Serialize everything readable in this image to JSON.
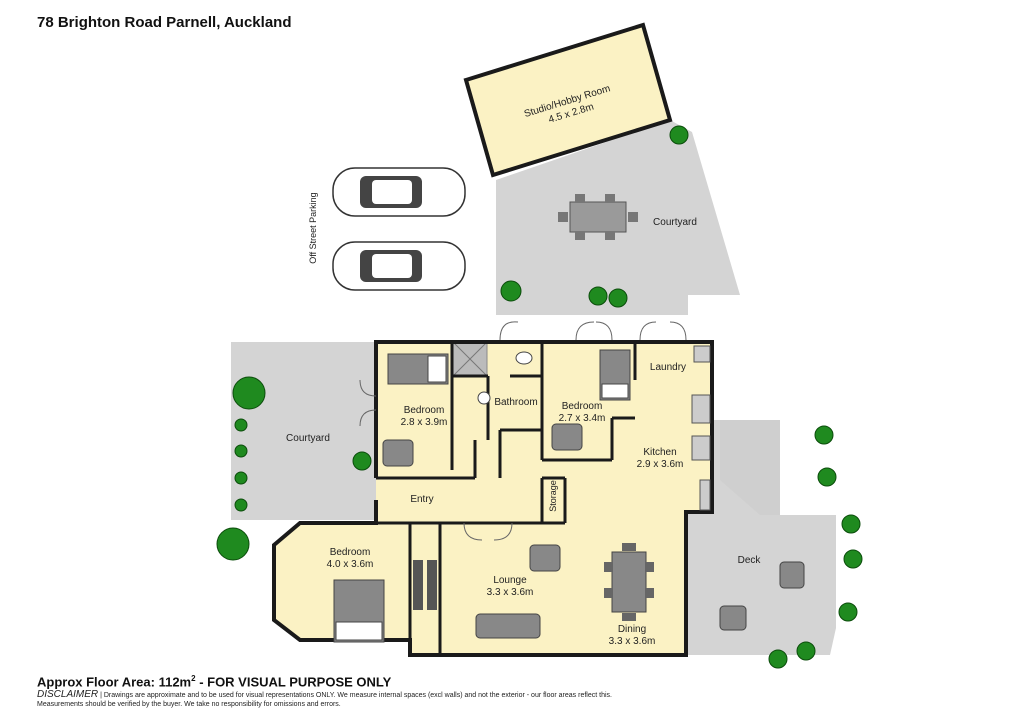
{
  "title": "78 Brighton Road Parnell, Auckland",
  "rooms": {
    "studio_name": "Studio/Hobby Room",
    "studio_dim": "4.5 x 2.8m",
    "courtyard_top": "Courtyard",
    "parking": "Off Street Parking",
    "courtyard_left": "Courtyard",
    "bedroom1_name": "Bedroom",
    "bedroom1_dim": "2.8 x 3.9m",
    "bathroom": "Bathroom",
    "bedroom2_name": "Bedroom",
    "bedroom2_dim": "2.7 x 3.4m",
    "laundry": "Laundry",
    "kitchen_name": "Kitchen",
    "kitchen_dim": "2.9 x 3.6m",
    "entry": "Entry",
    "storage": "Storage",
    "bedroom3_name": "Bedroom",
    "bedroom3_dim": "4.0 x 3.6m",
    "lounge_name": "Lounge",
    "lounge_dim": "3.3 x 3.6m",
    "dining_name": "Dining",
    "dining_dim": "3.3 x 3.6m",
    "deck": "Deck"
  },
  "footer": {
    "area_prefix": "Approx Floor Area: 112m",
    "area_sup": "2",
    "area_suffix": " - FOR VISUAL PURPOSE ONLY",
    "disclaimer_head": "DISCLAIMER",
    "disclaimer_line1": " | Drawings are approximate and to be used for visual representations ONLY. We measure internal spaces (excl walls) and not the exterior - our floor areas reflect this.",
    "disclaimer_line2": "Measurements should be verified by the buyer. We take no responsibility for omissions and errors."
  },
  "colors": {
    "room_fill": "#fbf2c4",
    "outdoor_fill": "#d4d4d4",
    "wall": "#1a1a1a",
    "plant": "#1f8a1f"
  }
}
